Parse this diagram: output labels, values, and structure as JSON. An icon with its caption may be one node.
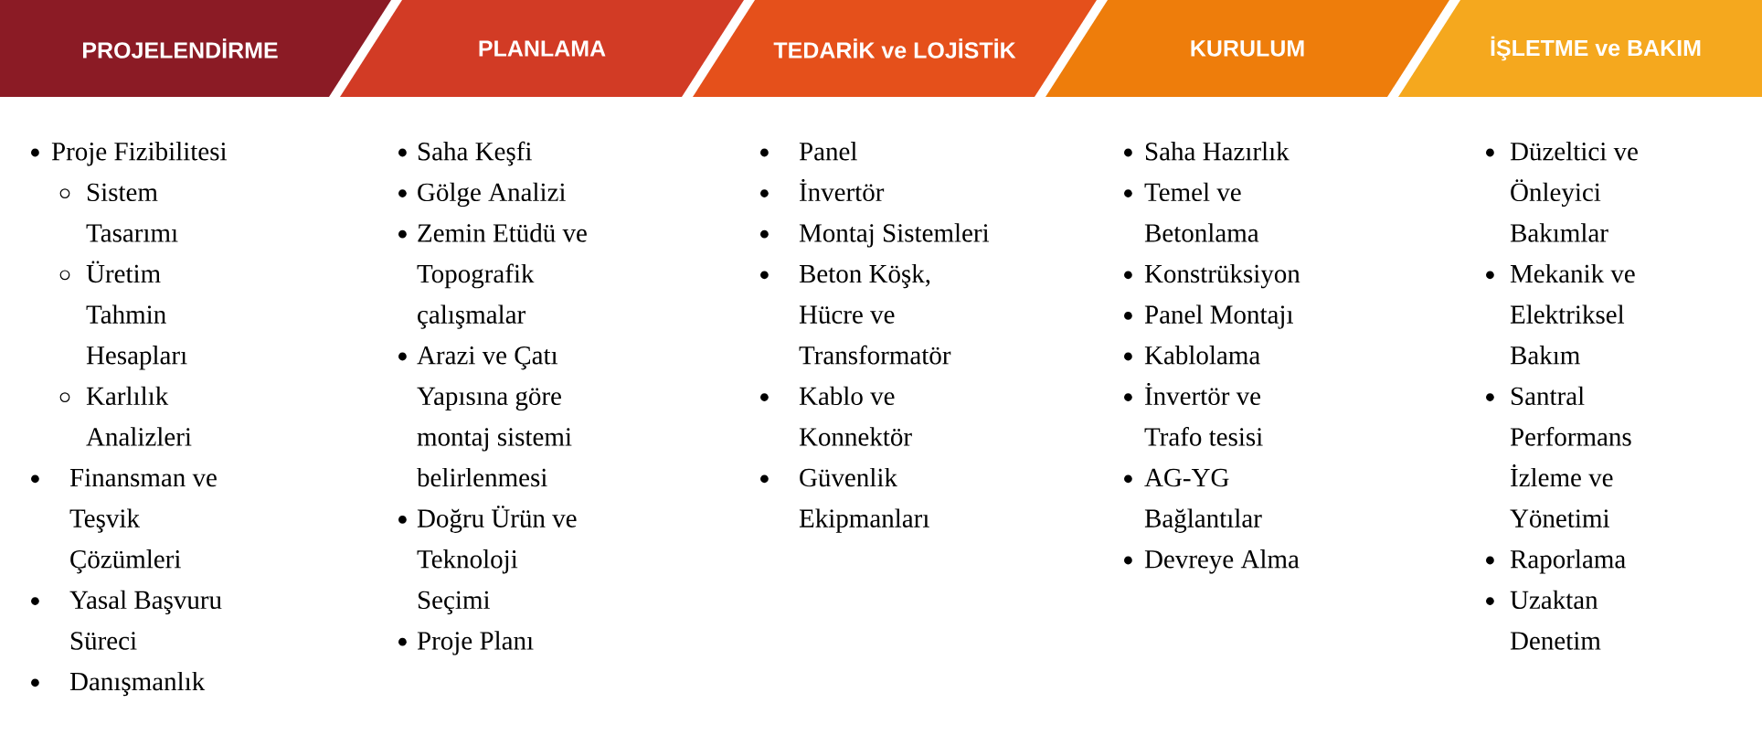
{
  "diagram": {
    "nodes": [
      {
        "text": [
          "PROJELENDİRME"
        ],
        "beside": [
          "Proje Fizibilitesi",
          "Sistem Tasarımı",
          "Üretim Tahmin Hesapları",
          "Karlılık Analizleri",
          "Finansman ve Teşvik Çözümleri",
          "Yasal Başvuru Süreci",
          "Danışmanlık"
        ]
      },
      {
        "text": [
          "PLANLAMA"
        ],
        "beside": [
          "Saha Keşfi",
          "Gölge Analizi",
          "Zemin Etüdü ve Topografik çalışmalar",
          "Arazi ve Çatı Yapısına göre montaj sistemi belirlenmesi",
          "Doğru Ürün ve Teknoloji Seçimi",
          "Proje Planı"
        ]
      },
      {
        "text": [
          "TEDARİK ve LOJİSTİK"
        ],
        "beside": [
          "Panel",
          "İnvertör",
          "Montaj Sistemleri",
          "Beton Köşk, Hücre ve Transformatör",
          "Kablo ve Konnektör",
          "Güvenlik Ekipmanları"
        ]
      },
      {
        "text": [
          "KURULUM"
        ],
        "beside": [
          "Saha Hazırlık",
          "Temel ve Betonlama",
          "Konstrüksiyon",
          "Panel Montajı",
          "Kablolama",
          "İnvertör ve Trafo tesisi",
          "AG-YG Bağlantılar",
          "Devreye Alma"
        ]
      },
      {
        "text": [
          "İŞLETME ve BAKIM"
        ],
        "beside": [
          "Düzeltici ve Önleyici Bakımlar",
          "Mekanik ve Elektriksel Bakım",
          "Santral Performans İzleme ve Yönetimi",
          "Raporlama",
          "Uzaktan Denetim"
        ]
      }
    ]
  }
}
